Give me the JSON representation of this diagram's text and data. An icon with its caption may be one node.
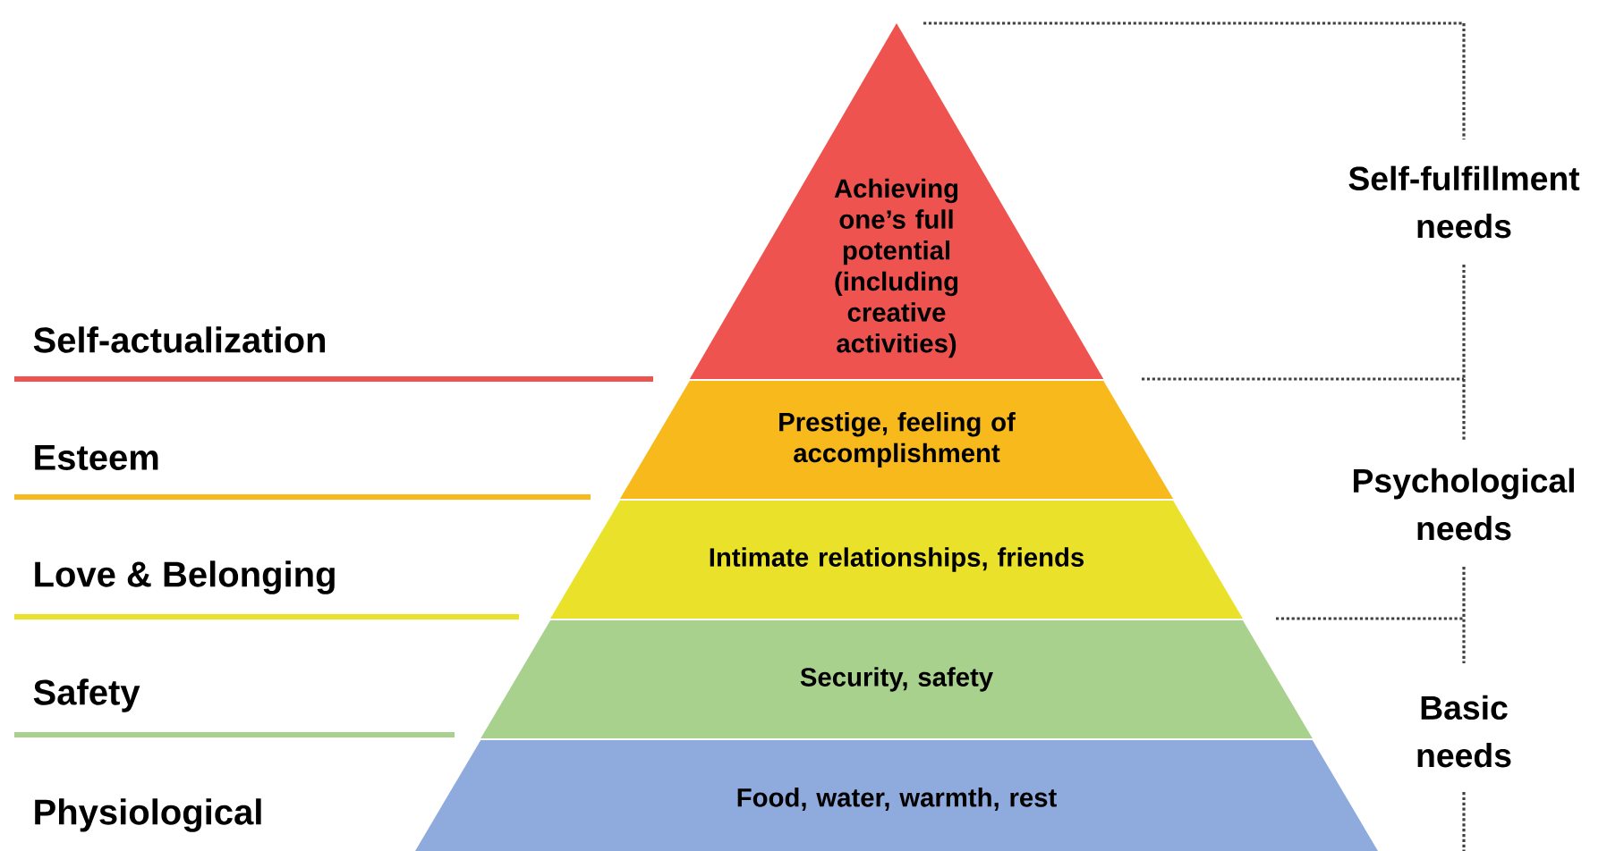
{
  "diagram": {
    "nodes": [
      {
        "text": [
          "Achieving one’s full potential (including creative activities)"
        ]
      },
      {
        "text": [
          "Prestige, feeling of accomplishment"
        ]
      },
      {
        "text": [
          "Intimate relationships, friends"
        ]
      },
      {
        "text": [
          "Security, safety"
        ]
      },
      {
        "text": [
          "Food, water, warmth, rest"
        ]
      }
    ],
    "labels": [
      "Self-fulfillment needs",
      "Self-actualization",
      "Esteem",
      "Psychological needs",
      "Love & Belonging",
      "Safety",
      "Basic needs",
      "Physiological"
    ]
  }
}
